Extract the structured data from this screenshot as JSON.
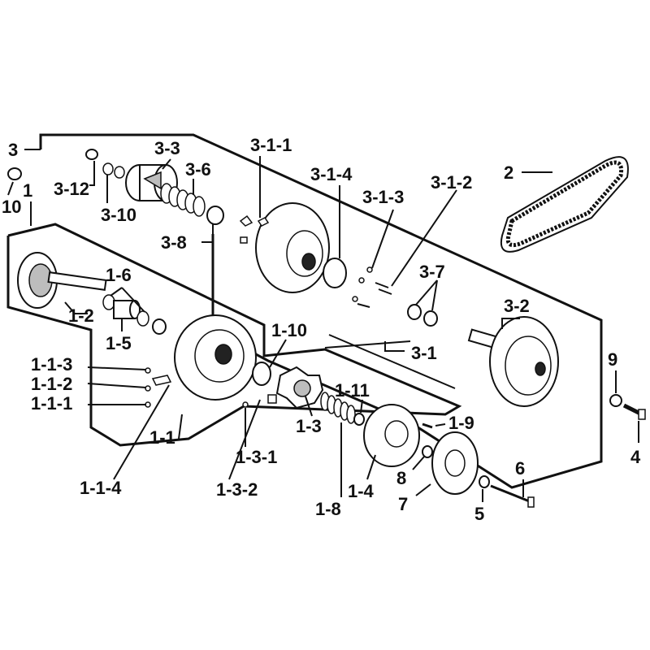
{
  "labels": {
    "l3": "3",
    "l10": "10",
    "l1": "1",
    "l3_12": "3-12",
    "l3_10": "3-10",
    "l3_3": "3-3",
    "l3_6": "3-6",
    "l3_8": "3-8",
    "l3_1_1": "3-1-1",
    "l3_1_4": "3-1-4",
    "l3_1_3": "3-1-3",
    "l3_1_2": "3-1-2",
    "l2": "2",
    "l3_7": "3-7",
    "l3_2": "3-2",
    "l3_1": "3-1",
    "l1_6": "1-6",
    "l1_2": "1-2",
    "l1_5": "1-5",
    "l1_10": "1-10",
    "l1_1_3": "1-1-3",
    "l1_1_2": "1-1-2",
    "l1_1_1": "1-1-1",
    "l1_1": "1-1",
    "l1_1_4": "1-1-4",
    "l1_3_1": "1-3-1",
    "l1_3_2": "1-3-2",
    "l1_3": "1-3",
    "l1_11": "1-11",
    "l1_8": "1-8",
    "l1_4": "1-4",
    "l1_9": "1-9",
    "l8": "8",
    "l7": "7",
    "l6": "6",
    "l5": "5",
    "l9": "9",
    "l4": "4"
  }
}
